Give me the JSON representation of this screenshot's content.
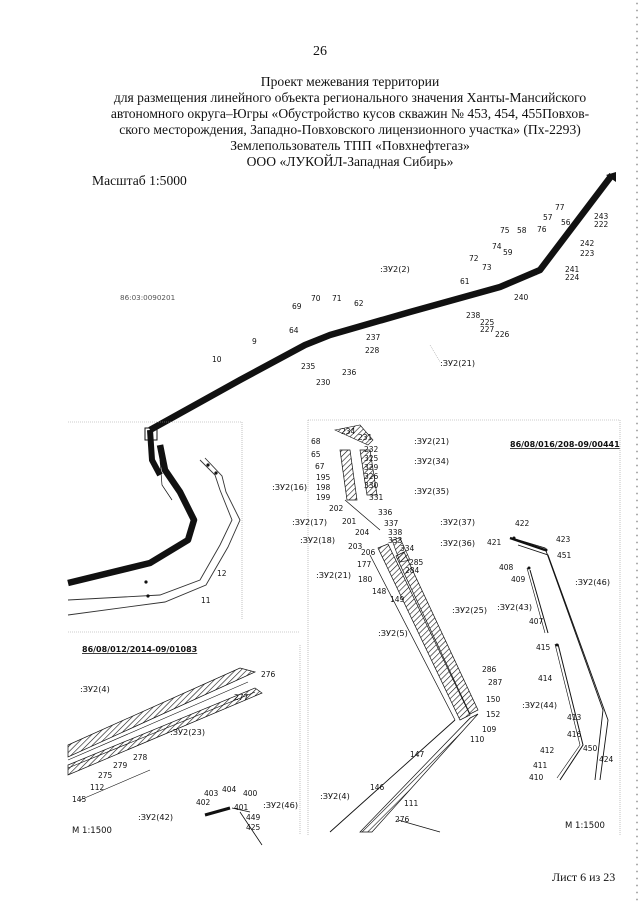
{
  "page_number": "26",
  "title_lines": [
    "Проект межевания территории",
    "для размещения линейного объекта регионального значения Ханты-Мансийского",
    "автономного округа–Югры «Обустройство кусов скважин № 453, 454, 455Повхов-",
    "ского месторождения, Западно-Повховского лицензионного участка» (Пх-2293)",
    "Землепользователь ТПП «Повхнефтегаз»",
    "ООО «ЛУКОЙЛ-Западная Сибирь»"
  ],
  "scale_label": "Масштаб 1:5000",
  "sheet_label": "Лист  6 из 23",
  "inset_scale": "М 1:1500",
  "cadastral_quarter": "86:03:0090201",
  "cadastral_numbers": [
    "86/08/016/208-09/00441",
    "86/08/012/2014-09/01083"
  ],
  "main_map": {
    "points": [
      "56",
      "77",
      "57",
      "76",
      "58",
      "75",
      "243",
      "222",
      "242",
      "223",
      "74",
      "59",
      "72",
      "73",
      "241",
      "224",
      "61",
      "240",
      "70",
      "71",
      "69",
      "62",
      "238",
      "225",
      "227",
      "226",
      "64",
      "237",
      "228",
      "9",
      "10",
      "235",
      "236",
      "230"
    ],
    "zones": [
      ":ЗУ2(2)",
      ":ЗУ2(21)"
    ]
  },
  "inset_right": {
    "points": [
      "68",
      "234",
      "231",
      "65",
      "232",
      "325",
      "329",
      "67",
      "326",
      "195",
      "330",
      "198",
      "199",
      "331",
      "202",
      "201",
      "336",
      "337",
      "338",
      "333",
      "204",
      "203",
      "334",
      "206",
      "285",
      "177",
      "284",
      "180",
      "148",
      "149",
      "422",
      "423",
      "421",
      "451",
      "408",
      "409",
      "407",
      "286",
      "287",
      "150",
      "152",
      "415",
      "414",
      "413",
      "109",
      "416",
      "110",
      "412",
      "450",
      "411",
      "424",
      "410",
      "147",
      "146",
      "111",
      "276"
    ],
    "zones": [
      ":ЗУ2(21)",
      ":ЗУ2(34)",
      ":ЗУ2(35)",
      ":ЗУ2(16)",
      ":ЗУ2(17)",
      ":ЗУ2(37)",
      ":ЗУ2(18)",
      ":ЗУ2(36)",
      ":ЗУ2(21)",
      ":ЗУ2(25)",
      ":ЗУ2(43)",
      ":ЗУ2(46)",
      ":ЗУ2(5)",
      ":ЗУ2(44)",
      ":ЗУ2(4)"
    ]
  },
  "inset_left": {
    "points": [
      "12",
      "11",
      "276",
      "277",
      "278",
      "279",
      "275",
      "112",
      "145",
      "403",
      "404",
      "400",
      "402",
      "401",
      "449",
      "425"
    ],
    "zones": [
      ":ЗУ2(4)",
      ":ЗУ2(23)",
      ":ЗУ2(42)",
      ":ЗУ2(46)"
    ]
  }
}
